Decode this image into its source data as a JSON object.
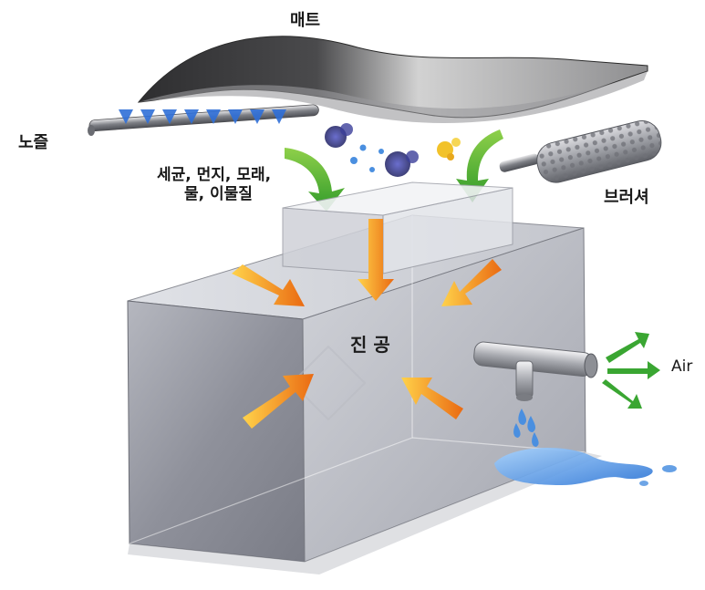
{
  "labels": {
    "mat": "매트",
    "nozzle": "노즐",
    "contaminants_line1": "세균, 먼지, 모래,",
    "contaminants_line2": "물, 이물질",
    "brush": "브러셔",
    "vacuum": "진 공",
    "air": "Air"
  },
  "colors": {
    "box_front": "#9a9ca6",
    "box_side": "#c8cad2",
    "box_top": "#d6d8de",
    "mat": "#3c3c3e",
    "mat_light": "#bdbdbd",
    "spray": "#2f6fd8",
    "green_arrow": "#3aa632",
    "orange_arrow": "#f08a1c",
    "water": "#4a8fe0"
  }
}
